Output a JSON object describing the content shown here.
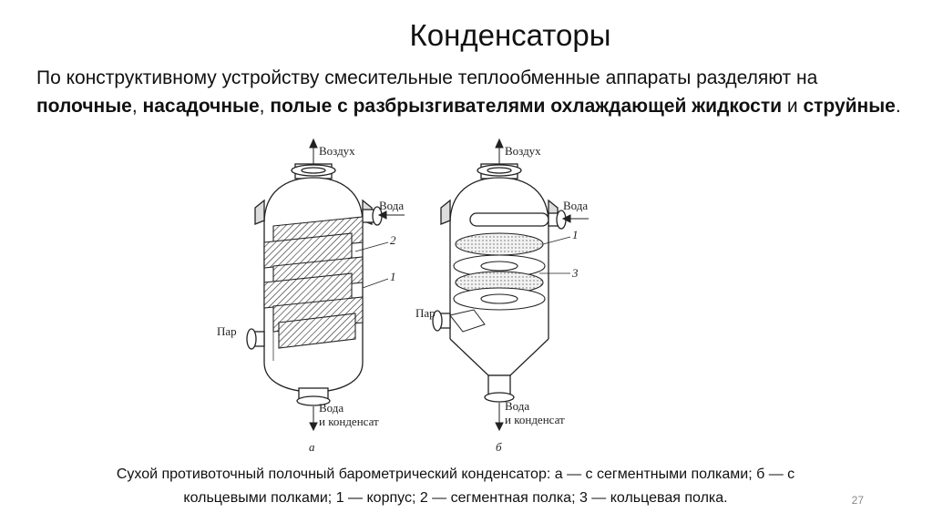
{
  "slide": {
    "title": "Конденсаторы",
    "intro": {
      "t1": "По конструктивному устройству смесительные теплообменные аппараты разделяют на ",
      "b1": "полочные",
      "t2": ", ",
      "b2": "насадочные",
      "t3": ", ",
      "b3": "полые с разбрызгивателями охлаждающей жидкости",
      "t4": " и ",
      "b4": "струйные",
      "t5": "."
    },
    "figure": {
      "a": {
        "air": "Воздух",
        "water": "Вода",
        "steam": "Пар",
        "out_1": "Вода",
        "out_2": "и конденсат",
        "callout_2": "2",
        "callout_1": "1",
        "sublabel": "а"
      },
      "b": {
        "air": "Воздух",
        "water": "Вода",
        "steam": "Пар",
        "out_1": "Вода",
        "out_2": "и конденсат",
        "callout_1": "1",
        "callout_3": "3",
        "sublabel": "б"
      }
    },
    "caption_line1": "Сухой противоточный полочный барометрический конденсатор: а — с сегментными полками; б — с",
    "caption_line2": "кольцевыми полками; 1 — корпус; 2 — сегментная полка; 3 — кольцевая полка.",
    "page_number": "27"
  }
}
